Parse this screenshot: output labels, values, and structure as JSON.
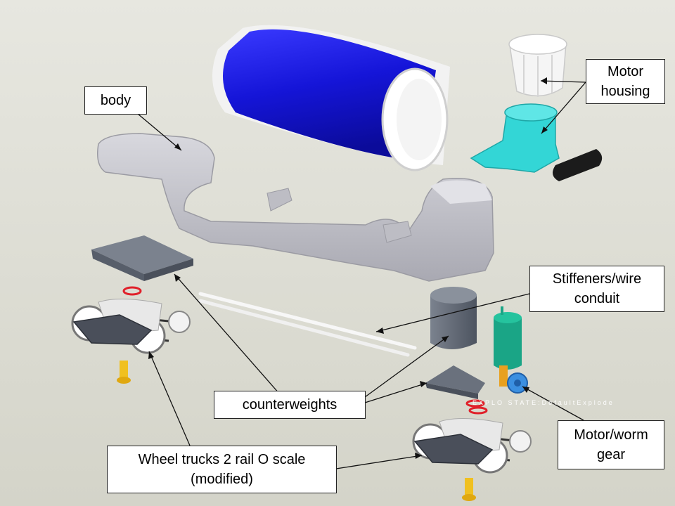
{
  "labels": {
    "body": "body",
    "motor_housing": "Motor\nhousing",
    "stiffeners": "Stiffeners/wire\nconduit",
    "counterweights": "counterweights",
    "wheel_trucks": "Wheel trucks 2 rail O scale\n(modified)",
    "motor_worm_gear": "Motor/worm\ngear"
  },
  "watermark": "EXPLO  STATE:DefaultExplode",
  "colors": {
    "background": "#dcdcd2",
    "tank": "#1f1fd6",
    "body_part": "#c9c9cf",
    "motor_housing": "#33d6d6",
    "motor": "#1aa586",
    "gear": "#3b8fe0",
    "counterweight": "#656c78",
    "washer": "#e0202a",
    "screw": "#f0c020"
  }
}
